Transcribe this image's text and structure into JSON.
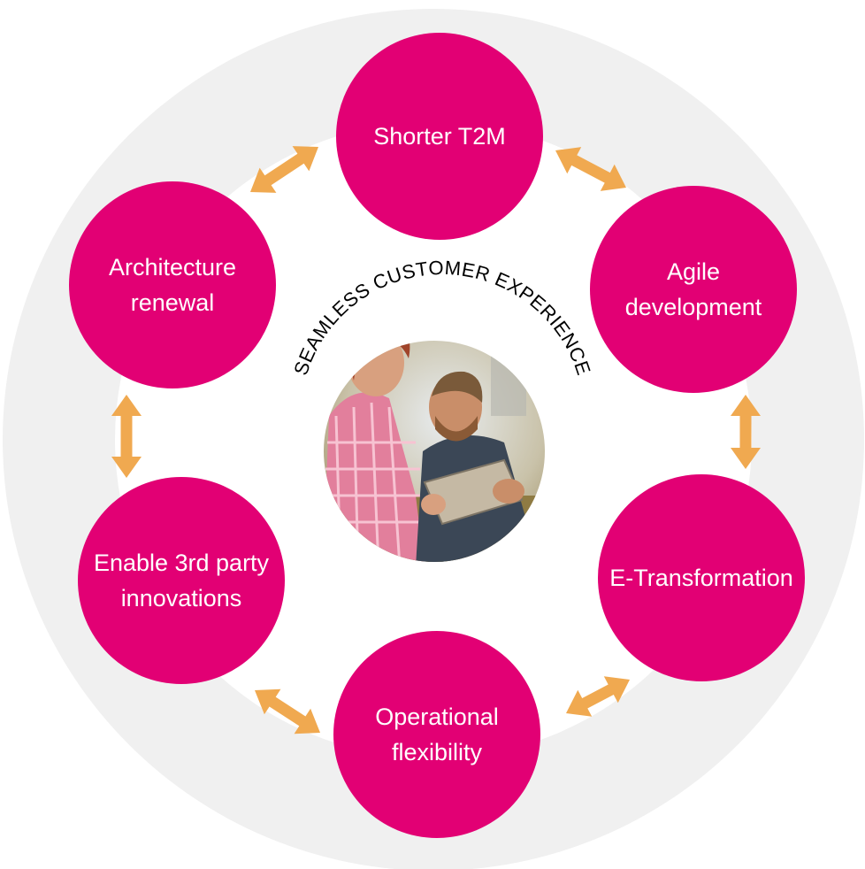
{
  "diagram": {
    "center_text": "SEAMLESS CUSTOMER EXPERIENCE",
    "center_image": "couple-using-tablet-photo",
    "node_color": "#e20074",
    "arrow_color": "#f0a950",
    "ring_color": "#f0f0f0",
    "nodes": [
      {
        "id": "shorter-t2m",
        "label": "Shorter T2M"
      },
      {
        "id": "agile-development",
        "label": "Agile development"
      },
      {
        "id": "e-transformation",
        "label": "E-Transformation"
      },
      {
        "id": "operational-flexibility",
        "label": "Operational flexibility"
      },
      {
        "id": "enable-3rd-party-innovations",
        "label": "Enable 3rd party innovations"
      },
      {
        "id": "architecture-renewal",
        "label": "Architecture renewal"
      }
    ],
    "connections": [
      [
        "architecture-renewal",
        "shorter-t2m"
      ],
      [
        "shorter-t2m",
        "agile-development"
      ],
      [
        "agile-development",
        "e-transformation"
      ],
      [
        "e-transformation",
        "operational-flexibility"
      ],
      [
        "operational-flexibility",
        "enable-3rd-party-innovations"
      ],
      [
        "enable-3rd-party-innovations",
        "architecture-renewal"
      ]
    ]
  }
}
